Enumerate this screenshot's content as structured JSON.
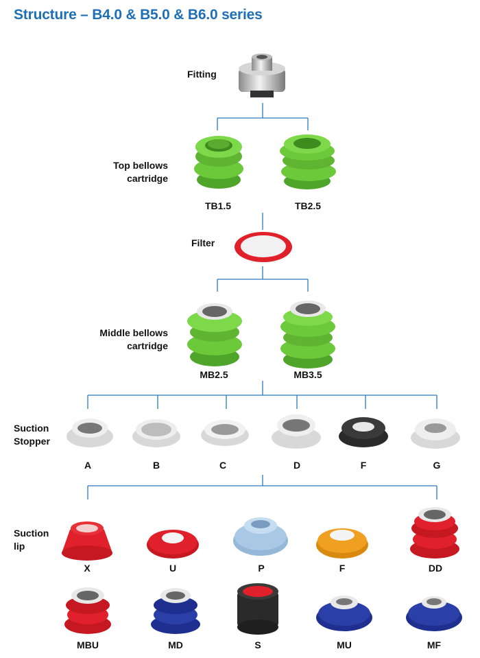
{
  "title": "Structure – B4.0 & B5.0 & B6.0 series",
  "labels": {
    "fitting": "Fitting",
    "top_bellows_1": "Top bellows",
    "top_bellows_2": "cartridge",
    "filter": "Filter",
    "middle_bellows_1": "Middle bellows",
    "middle_bellows_2": "cartridge",
    "stopper_1": "Suction",
    "stopper_2": "Stopper",
    "lip_1": "Suction",
    "lip_2": "lip"
  },
  "top_bellows": [
    "TB1.5",
    "TB2.5"
  ],
  "middle_bellows": [
    "MB2.5",
    "MB3.5"
  ],
  "stoppers": [
    "A",
    "B",
    "C",
    "D",
    "F",
    "G"
  ],
  "lips_row1": [
    "X",
    "U",
    "P",
    "F",
    "DD"
  ],
  "lips_row2": [
    "MBU",
    "MD",
    "S",
    "MU",
    "MF"
  ],
  "colors": {
    "title": "#1f6fb5",
    "connector": "#2a79c0",
    "green": "#6cc93a",
    "red": "#e0202a",
    "light_blue": "#a8c8e6",
    "orange": "#f0a020",
    "blue": "#2a3fa8",
    "black": "#2a2a2a",
    "white": "#e8e8e8"
  }
}
